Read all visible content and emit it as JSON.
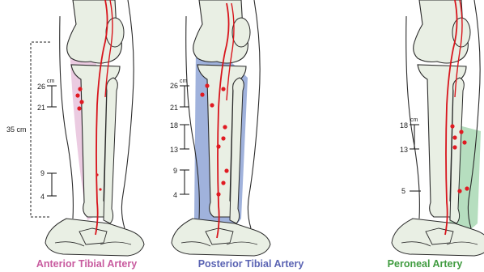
{
  "colors": {
    "anterior_label": "#c85a9e",
    "posterior_label": "#5a63b3",
    "peroneal_label": "#3f9b3f",
    "anterior_shade": "#e8c2dc",
    "posterior_shade": "#8fa5d6",
    "peroneal_shade": "#a9d8b4",
    "artery": "#d8141c",
    "bone_fill": "#e9efe4",
    "outline": "#2b2b2b"
  },
  "panels": [
    {
      "title": "Anterior Tibial Artery",
      "total_length_label": "35 cm",
      "unit_label": "cm",
      "ranges": [
        {
          "upper": "26",
          "lower": "21"
        },
        {
          "upper": "9",
          "lower": "4"
        }
      ]
    },
    {
      "title": "Posterior Tibial Artery",
      "unit_label": "cm",
      "ranges": [
        {
          "upper": "26",
          "lower": "21"
        },
        {
          "upper": "18",
          "lower": "13"
        },
        {
          "upper": "9",
          "lower": "4"
        }
      ]
    },
    {
      "title": "Peroneal Artery",
      "unit_label": "cm",
      "ranges": [
        {
          "upper": "18",
          "lower": "13"
        }
      ],
      "single_mark": "5"
    }
  ]
}
